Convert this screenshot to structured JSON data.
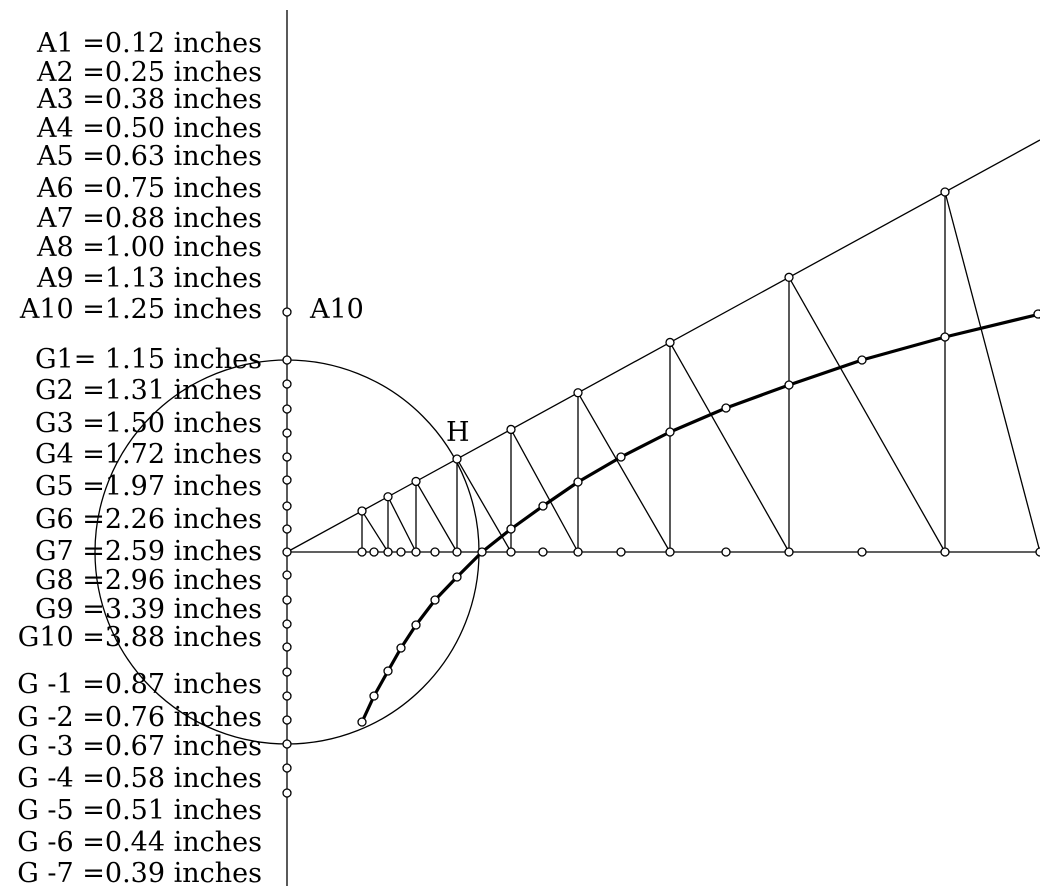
{
  "labels": {
    "a_values": [
      "A1 =0.12 inches",
      "A2 =0.25 inches",
      "A3 =0.38 inches",
      "A4 =0.50 inches",
      "A5 =0.63 inches",
      "A6 =0.75 inches",
      "A7 =0.88 inches",
      "A8 =1.00 inches",
      "A9 =1.13 inches",
      "A10 =1.25 inches"
    ],
    "g_values": [
      "G1= 1.15 inches",
      "G2 =1.31 inches",
      "G3 =1.50 inches",
      "G4 =1.72 inches",
      "G5 =1.97 inches",
      "G6 =2.26 inches",
      "G7 =2.59 inches",
      "G8 =2.96 inches",
      "G9 =3.39 inches",
      "G10 =3.88 inches"
    ],
    "g_negative_values": [
      "G -1 =0.87 inches",
      "G -2 =0.76 inches",
      "G -3 =0.67 inches",
      "G -4 =0.58 inches",
      "G -5 =0.51 inches",
      "G -6 =0.44 inches",
      "G -7 =0.39 inches"
    ],
    "point_a10": "A10",
    "point_h": "H"
  },
  "colors": {
    "ink": "#000000",
    "background": "#ffffff"
  }
}
